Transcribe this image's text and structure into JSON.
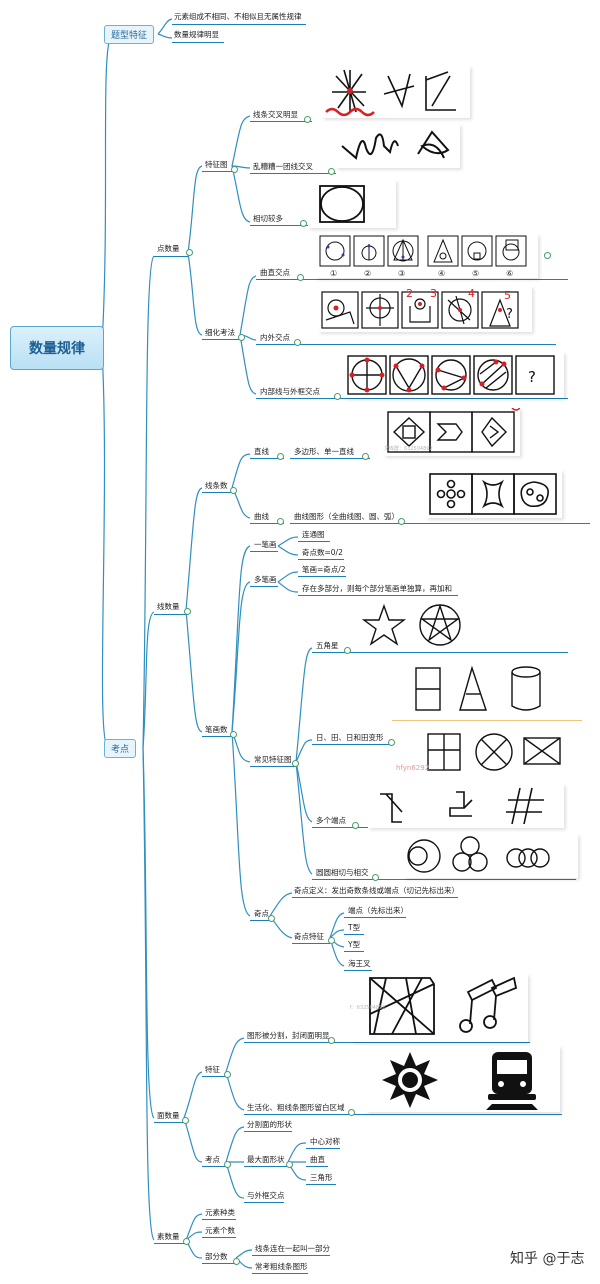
{
  "root": "数量规律",
  "feature": {
    "title": "题型特征",
    "items": [
      "元素组成不相同、不相似且无属性规律",
      "数量规律明显"
    ]
  },
  "exam": {
    "title": "考点",
    "point": {
      "title": "点数量",
      "feature": {
        "title": "特征图",
        "items": [
          "线条交叉明显",
          "乱糟糟一团线交叉",
          "相切较多"
        ]
      },
      "refine": {
        "title": "细化考法",
        "items": [
          "曲直交点",
          "内外交点",
          "内部线与外框交点"
        ]
      },
      "panel_labels": [
        "①",
        "②",
        "③",
        "④",
        "⑤",
        "⑥"
      ],
      "handwritten": [
        "2",
        "3",
        "4",
        "5"
      ],
      "question": "?"
    },
    "line": {
      "title": "线数量",
      "count": {
        "title": "线条数",
        "straight": {
          "label": "直线",
          "detail": "多边形、单一直线"
        },
        "curve": {
          "label": "曲线",
          "detail": "曲线图形（全曲线图、圆、弧）"
        }
      },
      "stroke": {
        "title": "笔画数",
        "one": {
          "label": "一笔画",
          "items": [
            "连通图",
            "奇点数=0/2"
          ]
        },
        "multi": {
          "label": "多笔画",
          "items": [
            "笔画=奇点/2",
            "存在多部分，则每个部分笔画单独算，再加和"
          ]
        },
        "common": {
          "label": "常见特征图",
          "items": [
            "五角星",
            "日、田、日和田变形",
            "多个端点",
            "圆圆相切与相交"
          ]
        },
        "odd": {
          "label": "奇点",
          "def": "奇点定义：发出奇数条线或端点（切记先标出来）",
          "feature_label": "奇点特征",
          "features": [
            "端点（先标出来）",
            "T型",
            "Y型",
            "海王叉"
          ]
        }
      }
    },
    "area": {
      "title": "面数量",
      "feature": {
        "label": "特征",
        "items": [
          "图形被分割，封闭面明显",
          "生活化、粗线条图形留白区域"
        ]
      },
      "test": {
        "label": "考点",
        "items": [
          "分割面的形状",
          "最大面形状",
          "与外框交点"
        ],
        "max_shape_items": [
          "中心对称",
          "曲直",
          "三角形"
        ]
      }
    },
    "element": {
      "title": "素数量",
      "items": [
        "元素种类",
        "元素个数"
      ],
      "parts": {
        "label": "部分数",
        "items": [
          "线条连在一起叫一部分",
          "常考粗线条图形"
        ]
      }
    }
  },
  "watermarks": [
    "文库群：632504892",
    "hfyn6292",
    "f：632504892"
  ],
  "credit": "知乎 @于志",
  "colors": {
    "branch": "#1d7fb8",
    "node_line": "#1d7fb8",
    "root_bg": "#c8e8f7",
    "accent_red": "#d6262b",
    "dot_red": "#d91f26"
  }
}
